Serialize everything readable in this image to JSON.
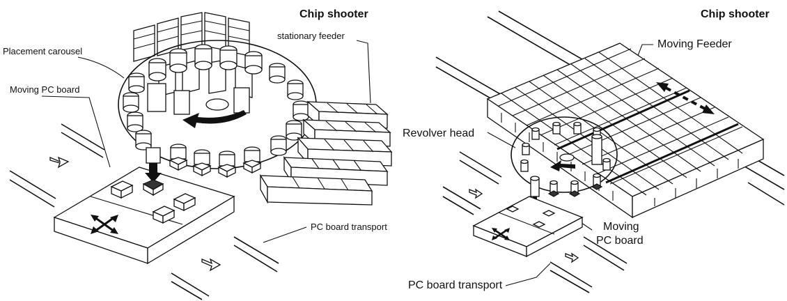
{
  "left": {
    "title": "Chip shooter",
    "labels": {
      "placement_carousel": "Placement carousel",
      "stationary_feeder": "stationary feeder",
      "moving_pc_board": "Moving PC board",
      "pc_board_transport": "PC board transport"
    }
  },
  "right": {
    "title": "Chip shooter",
    "labels": {
      "moving_feeder": "Moving Feeder",
      "revolver_head": "Revolver head",
      "moving_pc_board_line1": "Moving",
      "moving_pc_board_line2": "PC board",
      "pc_board_transport": "PC board transport"
    }
  }
}
